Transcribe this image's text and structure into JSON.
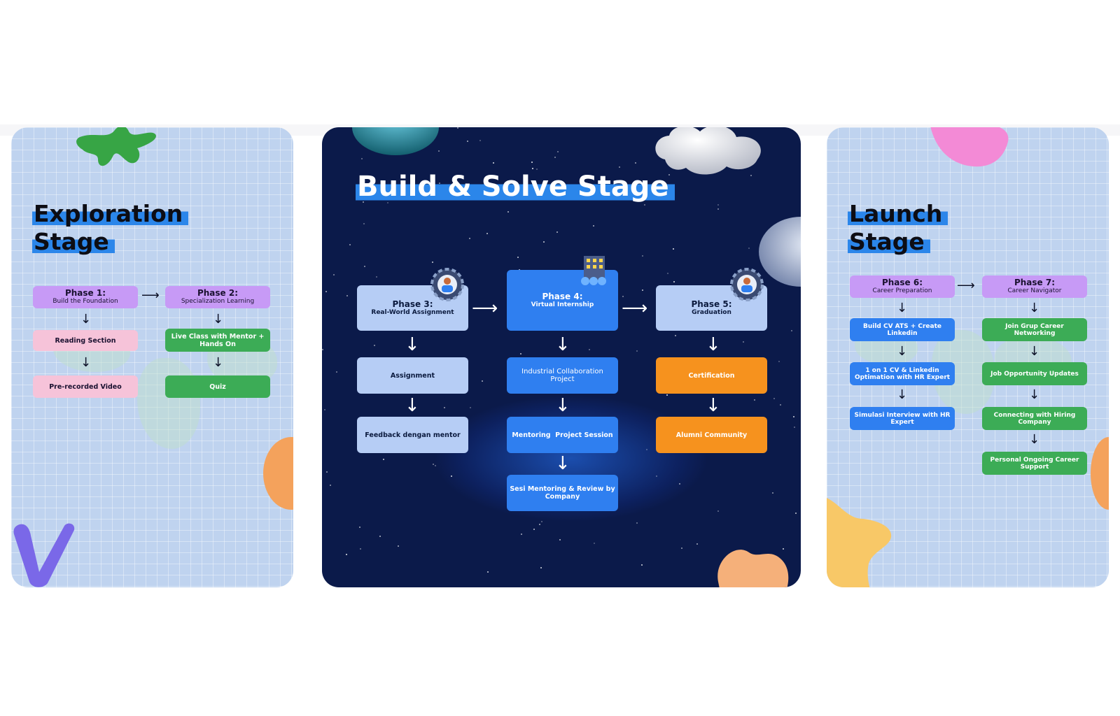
{
  "exploration": {
    "title_line1": "Exploration",
    "title_line2": "Stage",
    "phase1": {
      "title": "Phase 1:",
      "subtitle": "Build the Foundation"
    },
    "phase2": {
      "title": "Phase 2:",
      "subtitle": "Specialization Learning"
    },
    "col1": [
      "Reading Section",
      "Pre-recorded Video"
    ],
    "col2": [
      "Live Class with Mentor + Hands On",
      "Quiz"
    ]
  },
  "build": {
    "title": "Build & Solve Stage",
    "phase3": {
      "title": "Phase 3:",
      "subtitle": "Real-World Assignment"
    },
    "phase4": {
      "title": "Phase 4:",
      "subtitle": "Virtual Internship"
    },
    "phase5": {
      "title": "Phase 5:",
      "subtitle": "Graduation"
    },
    "col3": [
      "Assignment",
      "Feedback dengan mentor"
    ],
    "col4": [
      "Industrial Collaboration Project",
      "Mentoring  Project Session",
      "Sesi Mentoring & Review by Company"
    ],
    "col5": [
      "Certification",
      "Alumni Community"
    ]
  },
  "launch": {
    "title_line1": "Launch",
    "title_line2": "Stage",
    "phase6": {
      "title": "Phase 6:",
      "subtitle": "Career Preparation"
    },
    "phase7": {
      "title": "Phase 7:",
      "subtitle": "Career Navigator"
    },
    "col6": [
      "Build CV ATS + Create Linkedin",
      "1 on 1 CV & Linkedin Optimation with HR Expert",
      "Simulasi Interview with HR Expert"
    ],
    "col7": [
      "Join Grup Career Networking",
      "Job Opportunity Updates",
      "Connecting with Hiring Company",
      "Personal Ongoing Career Support"
    ]
  },
  "arrows": {
    "right": "⟶",
    "down": "↓"
  },
  "icons": [
    "gear-person-icon",
    "office-building-icon",
    "gear-person-icon"
  ]
}
